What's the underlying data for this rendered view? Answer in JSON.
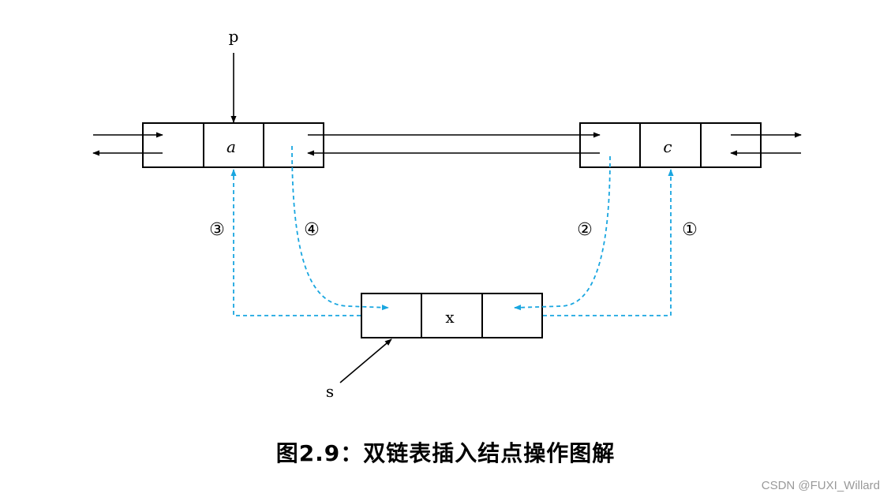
{
  "diagram": {
    "node_a": {
      "label": "a"
    },
    "node_c": {
      "label": "c"
    },
    "node_s": {
      "label": "x"
    },
    "pointer_p": {
      "label": "p"
    },
    "pointer_s": {
      "label": "s"
    },
    "steps": {
      "step1": "①",
      "step2": "②",
      "step3": "③",
      "step4": "④"
    },
    "colors": {
      "stroke": "#000000",
      "dashed_link": "#19a6e0"
    }
  },
  "caption": "图2.9：双链表插入结点操作图解",
  "watermark": "CSDN @FUXI_Willard"
}
